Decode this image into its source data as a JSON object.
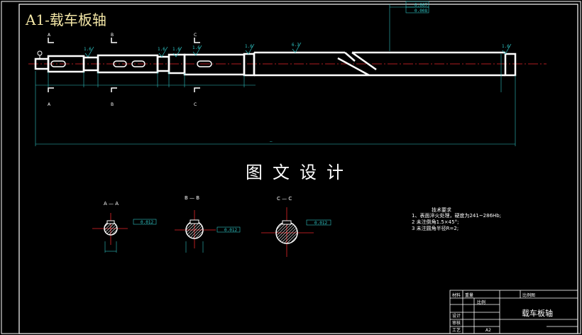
{
  "drawing": {
    "sheet_title": "A1-载车板轴",
    "banner": "图文设计"
  },
  "sections": {
    "a_top": "A",
    "a_bottom": "A",
    "b_top": "B",
    "b_bottom": "B",
    "c_top": "C",
    "c_bottom": "C",
    "a_view": "A — A",
    "b_view": "B — B",
    "c_view": "C — C"
  },
  "roughness": [
    "1.6",
    "1.6",
    "1.6",
    "1.6",
    "1.6",
    "6.3",
    "1.6"
  ],
  "tolerance": {
    "top_1": "0.007",
    "top_2": "0.008",
    "section_a": "0.012",
    "section_b": "0.012",
    "section_c": "0.012"
  },
  "tech_requirements": {
    "heading": "技术要求",
    "items": [
      "1、表面淬火处理，硬度为241~286Hb;",
      "2 未注倒角1.5×45°;",
      "3 未注圆角半径R=2;"
    ]
  },
  "title_block": {
    "part_name": "载车板轴",
    "material_label": "材料",
    "weight_label": "重量",
    "ratio_label": "比例",
    "scale_label": "比例图",
    "design_label": "设计",
    "check_label": "审核",
    "process_label": "工艺",
    "sheet_mark": "A2"
  },
  "colors": {
    "outline": "#ffffff",
    "centerline": "#e8262a",
    "dimension": "#2ec4c4",
    "hatch": "#ffffff",
    "title": "#f3e6a6"
  }
}
